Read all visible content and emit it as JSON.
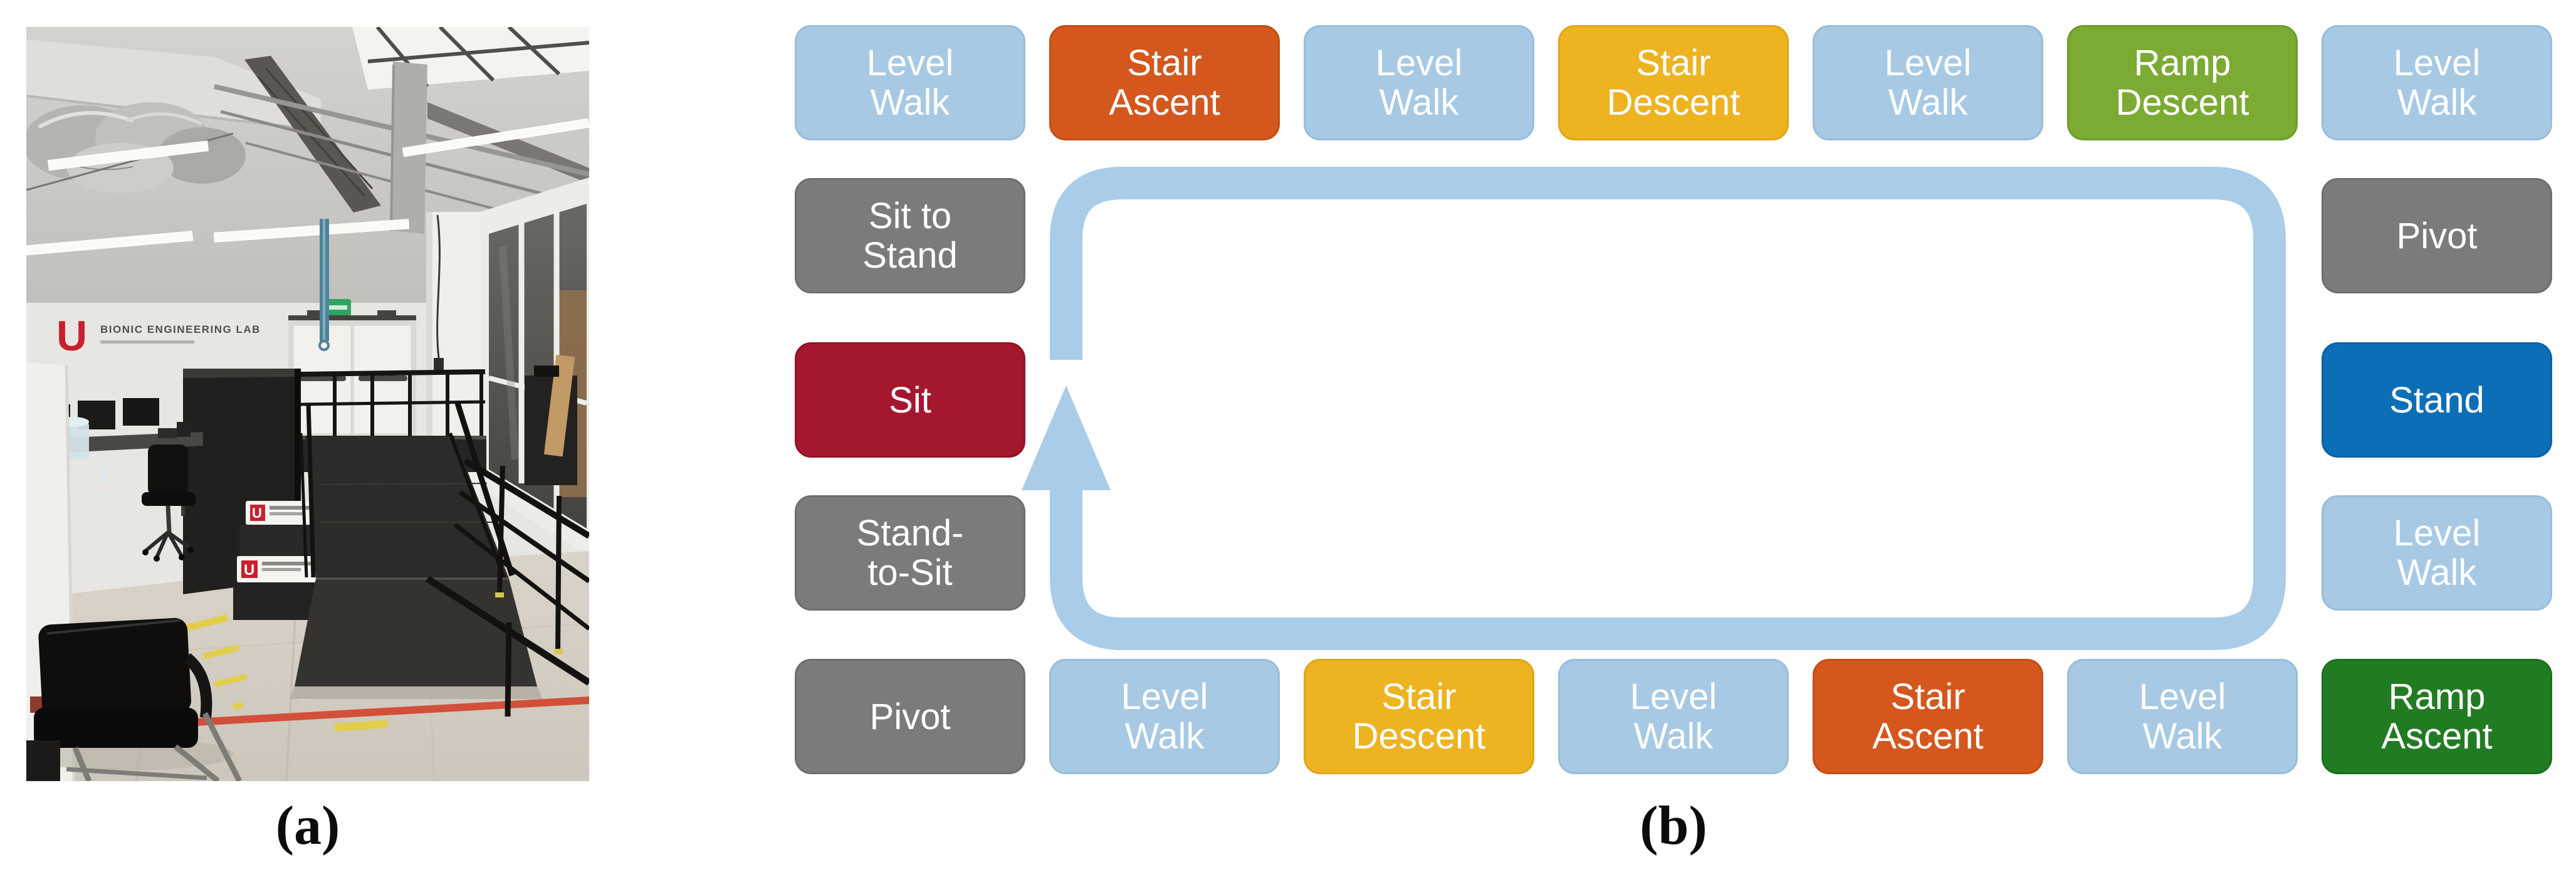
{
  "figure": {
    "panel_a_label": "(a)",
    "panel_b_label": "(b)"
  },
  "photo": {
    "wall_logo_letter": "U",
    "wall_logo_text": "BIONIC ENGINEERING LAB",
    "banner_logo_letter": "U",
    "scene": "lab interior with raised platform, stairs, ramp, railings, desks and chairs"
  },
  "diagram": {
    "top_row": [
      {
        "label": "Level Walk",
        "color_key": "light_blue"
      },
      {
        "label": "Stair Ascent",
        "color_key": "orange"
      },
      {
        "label": "Level Walk",
        "color_key": "light_blue"
      },
      {
        "label": "Stair Descent",
        "color_key": "amber"
      },
      {
        "label": "Level Walk",
        "color_key": "light_blue"
      },
      {
        "label": "Ramp Descent",
        "color_key": "yellow_green"
      },
      {
        "label": "Level Walk",
        "color_key": "light_blue"
      }
    ],
    "left_column": [
      {
        "label": "Sit to Stand",
        "color_key": "gray"
      },
      {
        "label": "Sit",
        "color_key": "crimson"
      },
      {
        "label": "Stand-to-Sit",
        "color_key": "gray"
      }
    ],
    "right_column": [
      {
        "label": "Pivot",
        "color_key": "gray"
      },
      {
        "label": "Stand",
        "color_key": "blue"
      },
      {
        "label": "Level Walk",
        "color_key": "light_blue"
      }
    ],
    "bottom_row": [
      {
        "label": "Pivot",
        "color_key": "gray"
      },
      {
        "label": "Level Walk",
        "color_key": "light_blue"
      },
      {
        "label": "Stair Descent",
        "color_key": "amber"
      },
      {
        "label": "Level Walk",
        "color_key": "light_blue"
      },
      {
        "label": "Stair Ascent",
        "color_key": "orange"
      },
      {
        "label": "Level Walk",
        "color_key": "light_blue"
      },
      {
        "label": "Ramp Ascent",
        "color_key": "dark_green"
      }
    ],
    "arrow": {
      "name": "cycle-loop-arrow",
      "direction": "counterclockwise",
      "color": "#A9CDE9"
    },
    "palette": {
      "light_blue": "#A7C9E4",
      "orange": "#D4571E",
      "amber": "#EDB321",
      "yellow_green": "#7BAB32",
      "dark_green": "#217B22",
      "blue": "#0C6EB7",
      "gray": "#7B7B7B",
      "crimson": "#A5162F",
      "arrow_blue": "#A9CDE9",
      "box_text": "#FFFFFF"
    }
  }
}
